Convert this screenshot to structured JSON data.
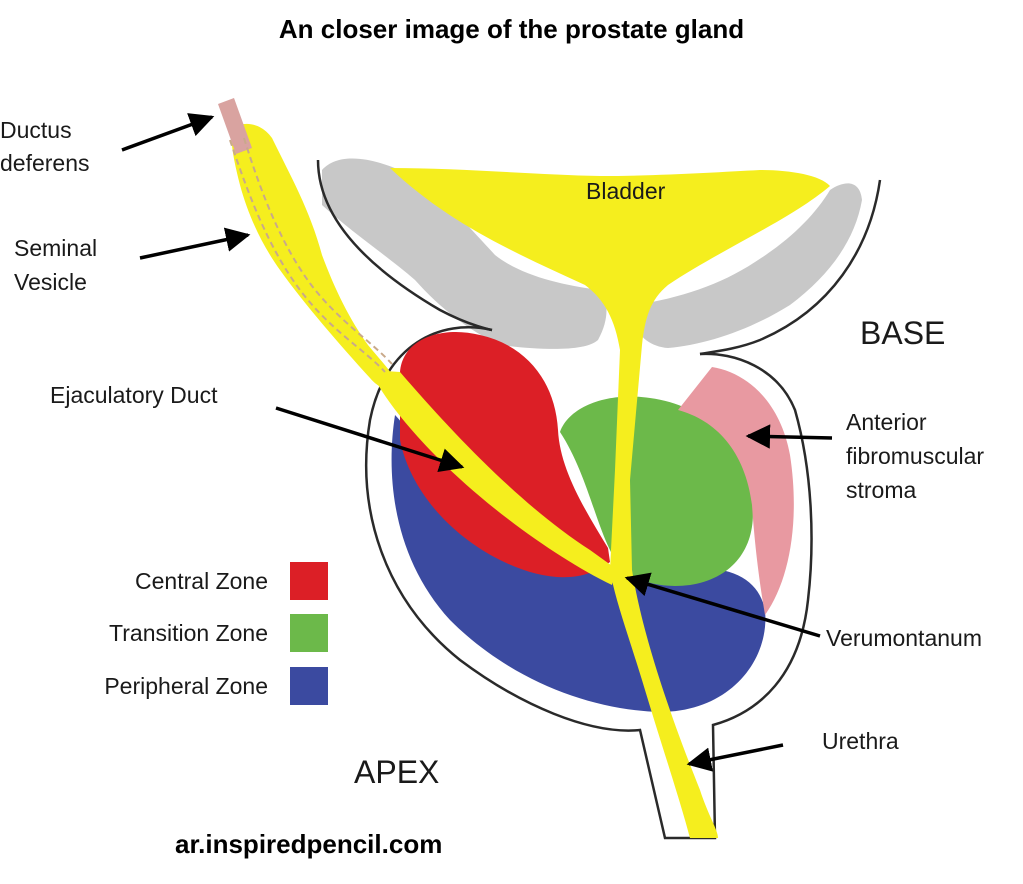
{
  "title": "An closer image of the prostate gland",
  "source": "ar.inspiredpencil.com",
  "labels": {
    "ductus_line1": "Ductus",
    "ductus_line2": "deferens",
    "seminal_line1": "Seminal",
    "seminal_line2": "Vesicle",
    "bladder": "Bladder",
    "base": "BASE",
    "ejaculatory_duct": "Ejaculatory Duct",
    "afs_line1": "Anterior",
    "afs_line2": "fibromuscular",
    "afs_line3": "stroma",
    "verumontanum": "Verumontanum",
    "urethra": "Urethra",
    "apex": "APEX"
  },
  "legend": [
    {
      "label": "Central Zone",
      "color": "#dc1f26"
    },
    {
      "label": "Transition Zone",
      "color": "#6cb94a"
    },
    {
      "label": "Peripheral Zone",
      "color": "#3b4aa0"
    }
  ],
  "colors": {
    "yellow": "#f5ee1e",
    "red": "#dc1f26",
    "green": "#6cb94a",
    "blue": "#3b4aa0",
    "pink": "#e899a1",
    "gray": "#c8c8c8",
    "duct_pink": "#d9a3a0"
  }
}
